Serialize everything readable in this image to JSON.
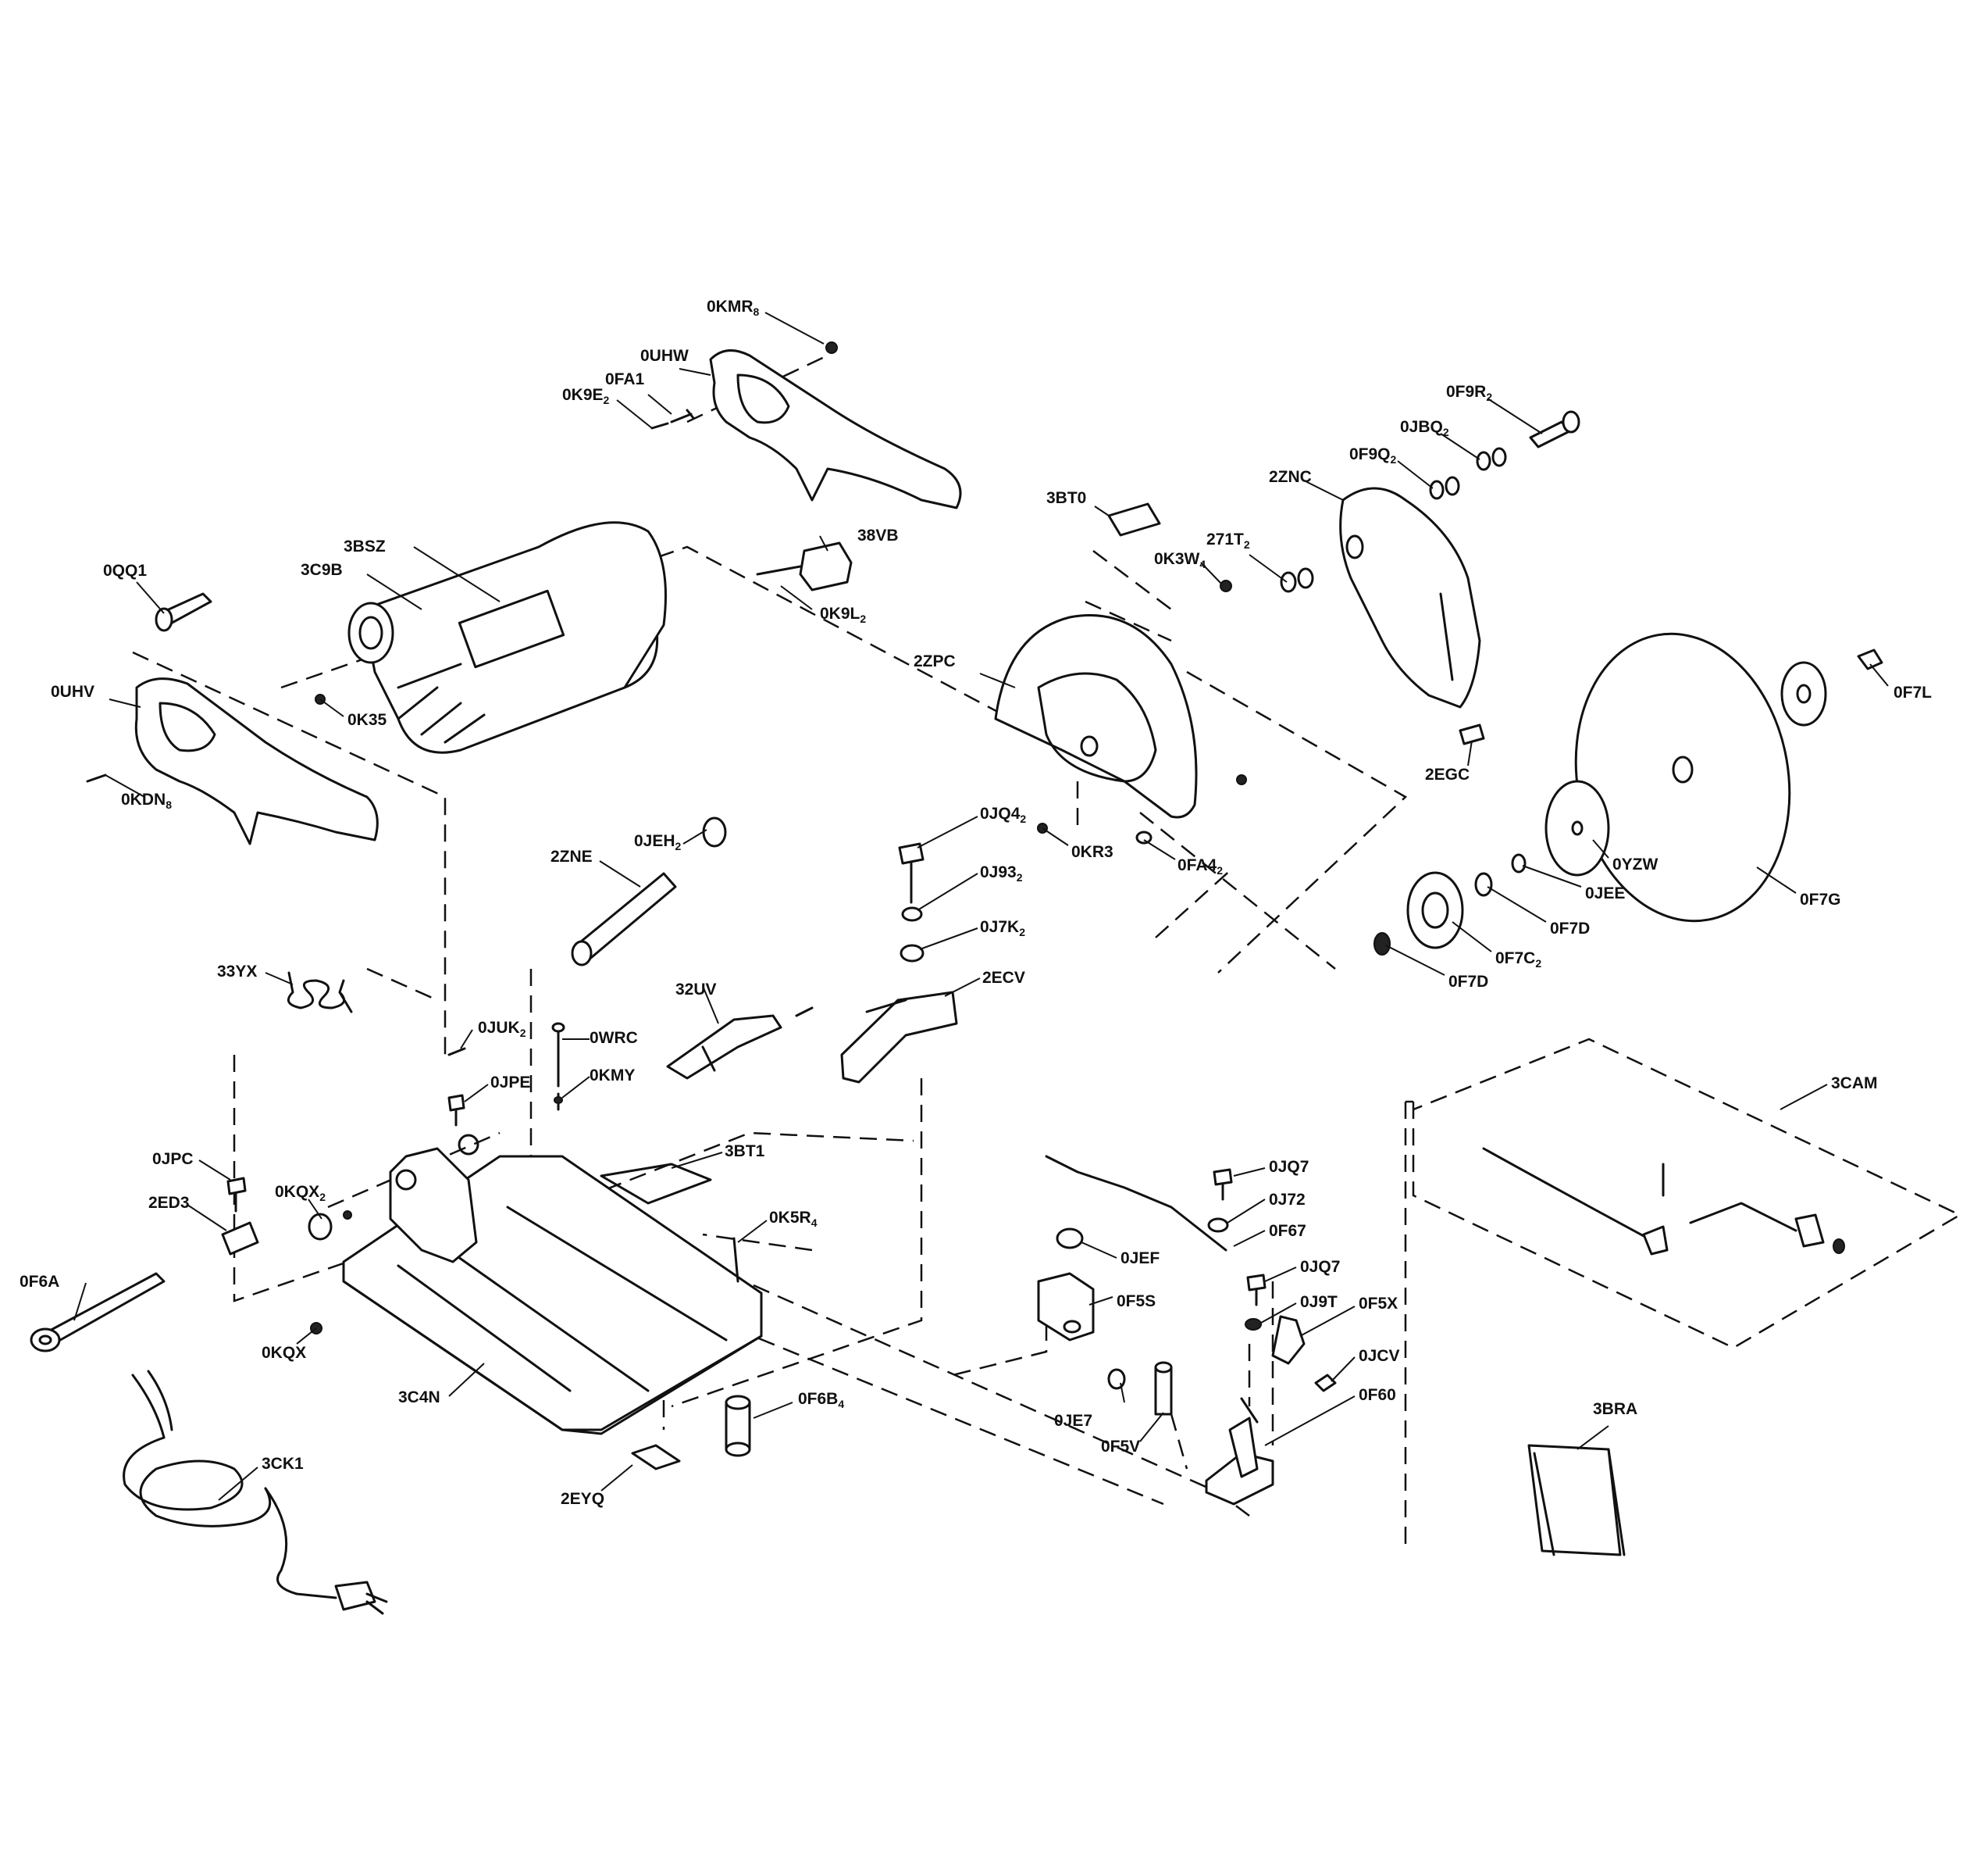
{
  "labels": {
    "0KMR8": {
      "main": "0KMR",
      "sub": "8"
    },
    "0UHW": {
      "main": "0UHW",
      "sub": ""
    },
    "0FA1": {
      "main": "0FA1",
      "sub": ""
    },
    "0K9E2": {
      "main": "0K9E",
      "sub": "2"
    },
    "3BSZ": {
      "main": "3BSZ",
      "sub": ""
    },
    "3C9B": {
      "main": "3C9B",
      "sub": ""
    },
    "38VB": {
      "main": "38VB",
      "sub": ""
    },
    "0K9L2": {
      "main": "0K9L",
      "sub": "2"
    },
    "0QQ1": {
      "main": "0QQ1",
      "sub": ""
    },
    "0UHV": {
      "main": "0UHV",
      "sub": ""
    },
    "0K35": {
      "main": "0K35",
      "sub": ""
    },
    "0KDN8": {
      "main": "0KDN",
      "sub": "8"
    },
    "3BT0": {
      "main": "3BT0",
      "sub": ""
    },
    "0K3W4": {
      "main": "0K3W",
      "sub": "4"
    },
    "271T2": {
      "main": "271T",
      "sub": "2"
    },
    "2ZNC": {
      "main": "2ZNC",
      "sub": ""
    },
    "0F9Q2": {
      "main": "0F9Q",
      "sub": "2"
    },
    "0JBQ2": {
      "main": "0JBQ",
      "sub": "2"
    },
    "0F9R2": {
      "main": "0F9R",
      "sub": "2"
    },
    "2ZPC": {
      "main": "2ZPC",
      "sub": ""
    },
    "2EGC": {
      "main": "2EGC",
      "sub": ""
    },
    "0F7L": {
      "main": "0F7L",
      "sub": ""
    },
    "0KR3": {
      "main": "0KR3",
      "sub": ""
    },
    "0FA42": {
      "main": "0FA4",
      "sub": "2"
    },
    "0YZW": {
      "main": "0YZW",
      "sub": ""
    },
    "0JEE": {
      "main": "0JEE",
      "sub": ""
    },
    "0F7G": {
      "main": "0F7G",
      "sub": ""
    },
    "0F7D_a": {
      "main": "0F7D",
      "sub": ""
    },
    "0F7C2": {
      "main": "0F7C",
      "sub": "2"
    },
    "0F7D_b": {
      "main": "0F7D",
      "sub": ""
    },
    "0JEH2": {
      "main": "0JEH",
      "sub": "2"
    },
    "2ZNE": {
      "main": "2ZNE",
      "sub": ""
    },
    "0JQ42": {
      "main": "0JQ4",
      "sub": "2"
    },
    "0J932": {
      "main": "0J93",
      "sub": "2"
    },
    "0J7K2": {
      "main": "0J7K",
      "sub": "2"
    },
    "2ECV": {
      "main": "2ECV",
      "sub": ""
    },
    "33YX": {
      "main": "33YX",
      "sub": ""
    },
    "32UV": {
      "main": "32UV",
      "sub": ""
    },
    "0JUK2": {
      "main": "0JUK",
      "sub": "2"
    },
    "0WRC": {
      "main": "0WRC",
      "sub": ""
    },
    "0KMY": {
      "main": "0KMY",
      "sub": ""
    },
    "0JPE": {
      "main": "0JPE",
      "sub": ""
    },
    "3BT1": {
      "main": "3BT1",
      "sub": ""
    },
    "0JPC": {
      "main": "0JPC",
      "sub": ""
    },
    "2ED3": {
      "main": "2ED3",
      "sub": ""
    },
    "0KQX2": {
      "main": "0KQX",
      "sub": "2"
    },
    "0K5R4": {
      "main": "0K5R",
      "sub": "4"
    },
    "0F6A": {
      "main": "0F6A",
      "sub": ""
    },
    "0KQX": {
      "main": "0KQX",
      "sub": ""
    },
    "3C4N": {
      "main": "3C4N",
      "sub": ""
    },
    "0F6B4": {
      "main": "0F6B",
      "sub": "4"
    },
    "2EYQ": {
      "main": "2EYQ",
      "sub": ""
    },
    "3CK1": {
      "main": "3CK1",
      "sub": ""
    },
    "0JQ7_a": {
      "main": "0JQ7",
      "sub": ""
    },
    "0J72": {
      "main": "0J72",
      "sub": ""
    },
    "0F67": {
      "main": "0F67",
      "sub": ""
    },
    "0JEF": {
      "main": "0JEF",
      "sub": ""
    },
    "0F5S": {
      "main": "0F5S",
      "sub": ""
    },
    "0JQ7_b": {
      "main": "0JQ7",
      "sub": ""
    },
    "0J9T": {
      "main": "0J9T",
      "sub": ""
    },
    "0F5X": {
      "main": "0F5X",
      "sub": ""
    },
    "0JCV": {
      "main": "0JCV",
      "sub": ""
    },
    "0F60": {
      "main": "0F60",
      "sub": ""
    },
    "0JE7": {
      "main": "0JE7",
      "sub": ""
    },
    "0F5V": {
      "main": "0F5V",
      "sub": ""
    },
    "3CAM": {
      "main": "3CAM",
      "sub": ""
    },
    "3BRA": {
      "main": "3BRA",
      "sub": ""
    }
  }
}
